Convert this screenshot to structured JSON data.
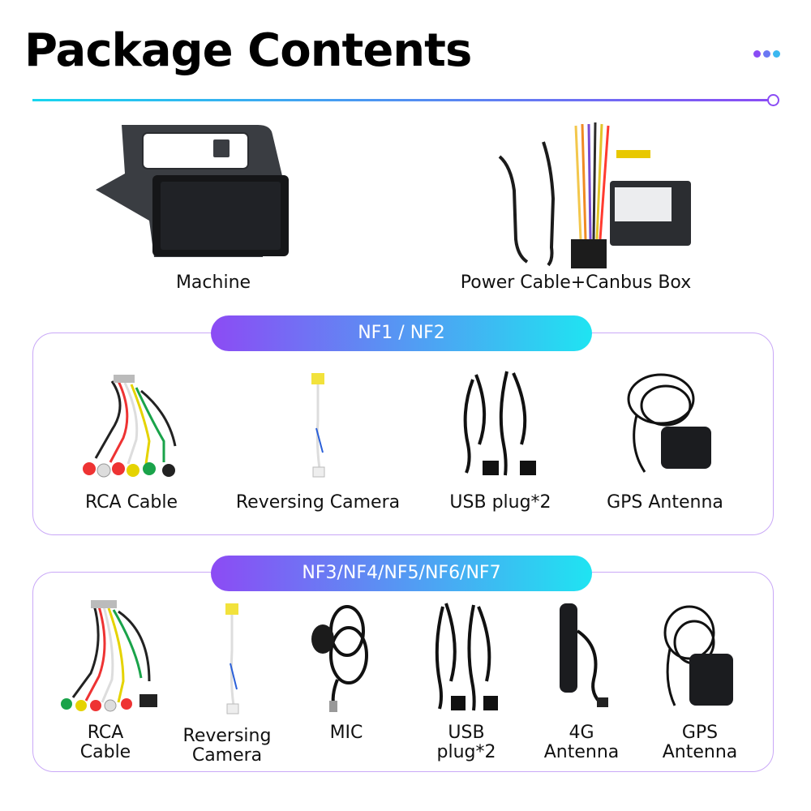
{
  "header": {
    "title": "Package Contents"
  },
  "accent_colors": {
    "purple": "#8a4cf5",
    "cyan": "#17d6ef"
  },
  "top_items": [
    {
      "label": "Machine",
      "icon": "car-stereo-machine"
    },
    {
      "label": "Power Cable+Canbus Box",
      "icon": "power-cable-canbus-box"
    }
  ],
  "group1": {
    "title": "NF1 / NF2",
    "items": [
      {
        "label": "RCA Cable",
        "icon": "rca-cable"
      },
      {
        "label": "Reversing Camera",
        "icon": "reversing-camera-cable"
      },
      {
        "label": "USB plug*2",
        "icon": "usb-plug-cables"
      },
      {
        "label": "GPS Antenna",
        "icon": "gps-antenna"
      }
    ]
  },
  "group2": {
    "title": "NF3/NF4/NF5/NF6/NF7",
    "items": [
      {
        "label_line1": "RCA",
        "label_line2": "Cable",
        "icon": "rca-cable"
      },
      {
        "label_line1": "Reversing",
        "label_line2": "Camera",
        "icon": "reversing-camera-cable"
      },
      {
        "label_line1": "MIC",
        "label_line2": "",
        "icon": "microphone"
      },
      {
        "label_line1": "USB",
        "label_line2": "plug*2",
        "icon": "usb-plug-cables"
      },
      {
        "label_line1": "4G",
        "label_line2": "Antenna",
        "icon": "4g-antenna"
      },
      {
        "label_line1": "GPS",
        "label_line2": "Antenna",
        "icon": "gps-antenna"
      }
    ]
  }
}
